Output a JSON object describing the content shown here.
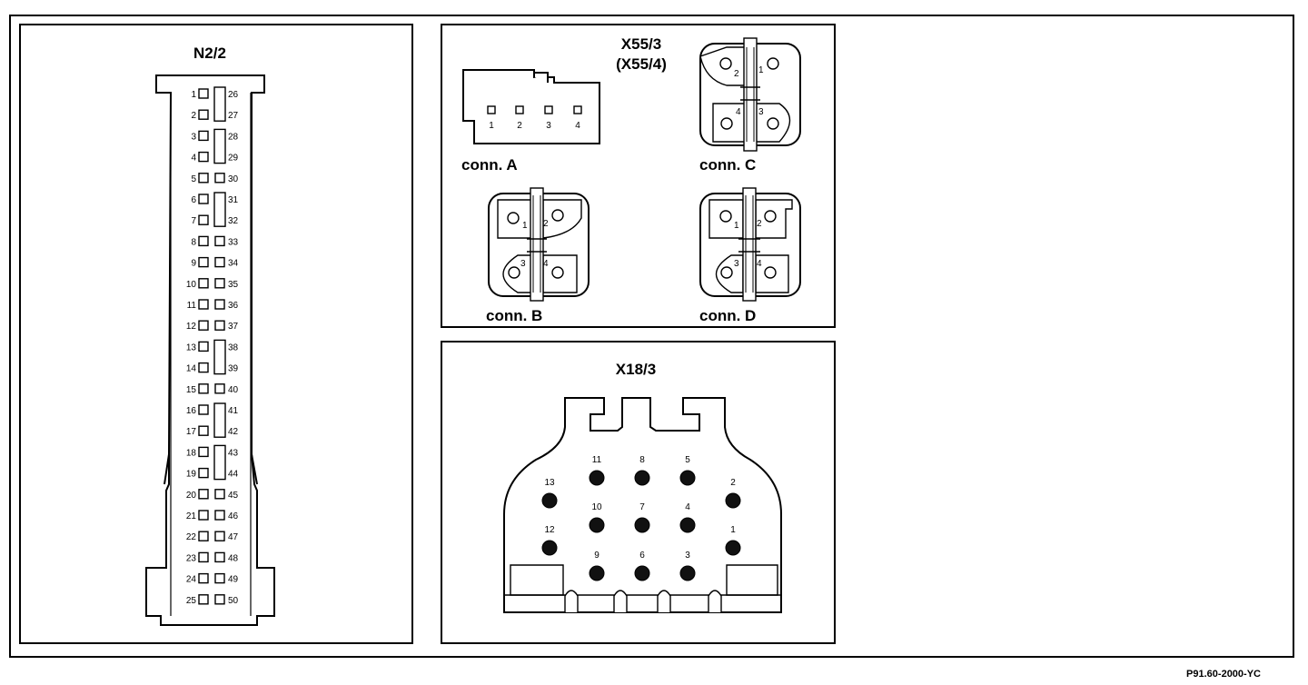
{
  "n22": {
    "title": "N2/2",
    "left_pins": [
      "1",
      "2",
      "3",
      "4",
      "5",
      "6",
      "7",
      "8",
      "9",
      "10",
      "11",
      "12",
      "13",
      "14",
      "15",
      "16",
      "17",
      "18",
      "19",
      "20",
      "21",
      "22",
      "23",
      "24",
      "25"
    ],
    "right_pins": [
      "26",
      "27",
      "28",
      "29",
      "30",
      "31",
      "32",
      "33",
      "34",
      "35",
      "36",
      "37",
      "38",
      "39",
      "40",
      "41",
      "42",
      "43",
      "44",
      "45",
      "46",
      "47",
      "48",
      "49",
      "50"
    ]
  },
  "x553": {
    "title": "X55/3",
    "subtitle": "(X55/4)",
    "conn_a": {
      "label": "conn. A",
      "pins": [
        "1",
        "2",
        "3",
        "4"
      ]
    },
    "conn_b": {
      "label": "conn. B",
      "pins": [
        "1",
        "2",
        "3",
        "4"
      ]
    },
    "conn_c": {
      "label": "conn. C",
      "pins": [
        "2",
        "1",
        "4",
        "3"
      ]
    },
    "conn_d": {
      "label": "conn. D",
      "pins": [
        "1",
        "2",
        "3",
        "4"
      ]
    }
  },
  "x183": {
    "title": "X18/3",
    "pins": [
      "11",
      "8",
      "5",
      "13",
      "2",
      "10",
      "7",
      "4",
      "12",
      "1",
      "9",
      "6",
      "3"
    ]
  },
  "reference": "P91.60-2000-YC"
}
